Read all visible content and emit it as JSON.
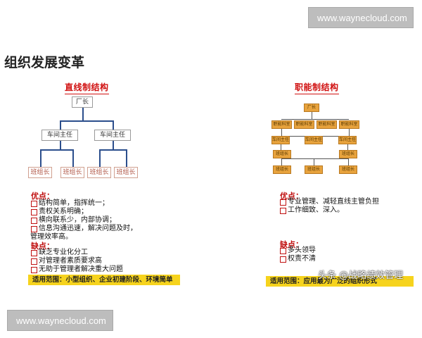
{
  "watermark": {
    "top": "www.waynecloud.com",
    "bottom": "www.waynecloud.com"
  },
  "title": "组织发展变革",
  "left": {
    "title": "直线制结构",
    "chart": {
      "root": "厂长",
      "mid": [
        "车间主任",
        "车间主任"
      ],
      "leaves": [
        "班组长",
        "班组长",
        "班组长",
        "班组长"
      ]
    },
    "pros_head": "优点：",
    "pros": [
      "结构简单，指挥统一；",
      "责权关系明确；",
      "横向联系少，内部协调；",
      "信息沟通迅速，解决问题及时，"
    ],
    "pros_cont": "管理效率高。",
    "cons_head": "缺点：",
    "cons": [
      "缺乏专业化分工",
      "对管理者素质要求高",
      "无助于管理者解决重大问题"
    ],
    "scope": "适用范围：小型组织、企业初建阶段、环境简单"
  },
  "right": {
    "title": "职能制结构",
    "chart": {
      "root": "厂长",
      "functions": [
        "职能科室",
        "职能科室",
        "职能科室",
        "职能科室"
      ],
      "workshops": [
        "车间主任",
        "车间主任",
        "车间主任"
      ],
      "teams_mid": [
        "班组长",
        "班组长"
      ],
      "teams_low": [
        "班组长",
        "班组长",
        "班组长"
      ]
    },
    "pros_head": "优点：",
    "pros": [
      "专业管理、减轻直线主管负担",
      "工作细致、深入。"
    ],
    "cons_head": "缺点：",
    "cons": [
      "多头领导",
      "权责不清"
    ],
    "scope": "适用范围：应用最为广泛的组织形式"
  },
  "source_watermark": "头条 @战略绩效管理"
}
